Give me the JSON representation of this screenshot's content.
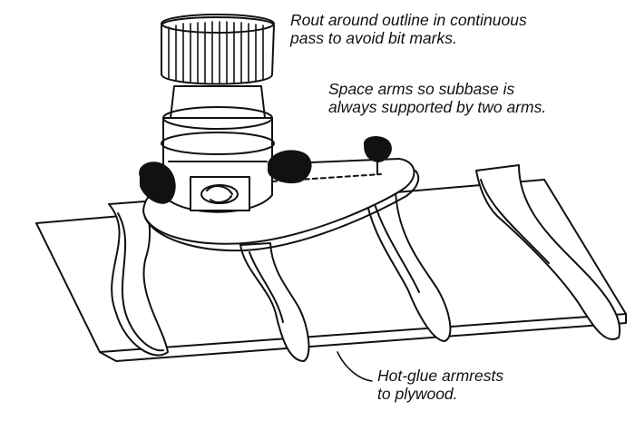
{
  "annotations": {
    "rout": {
      "line1": "Rout around outline in continuous",
      "line2": "pass to avoid bit marks."
    },
    "space": {
      "line1": "Space arms so subbase is",
      "line2": "always supported by two arms."
    },
    "glue": {
      "line1": "Hot-glue armrests",
      "line2": "to plywood."
    }
  },
  "colors": {
    "ink": "#111111",
    "paper": "#ffffff"
  }
}
